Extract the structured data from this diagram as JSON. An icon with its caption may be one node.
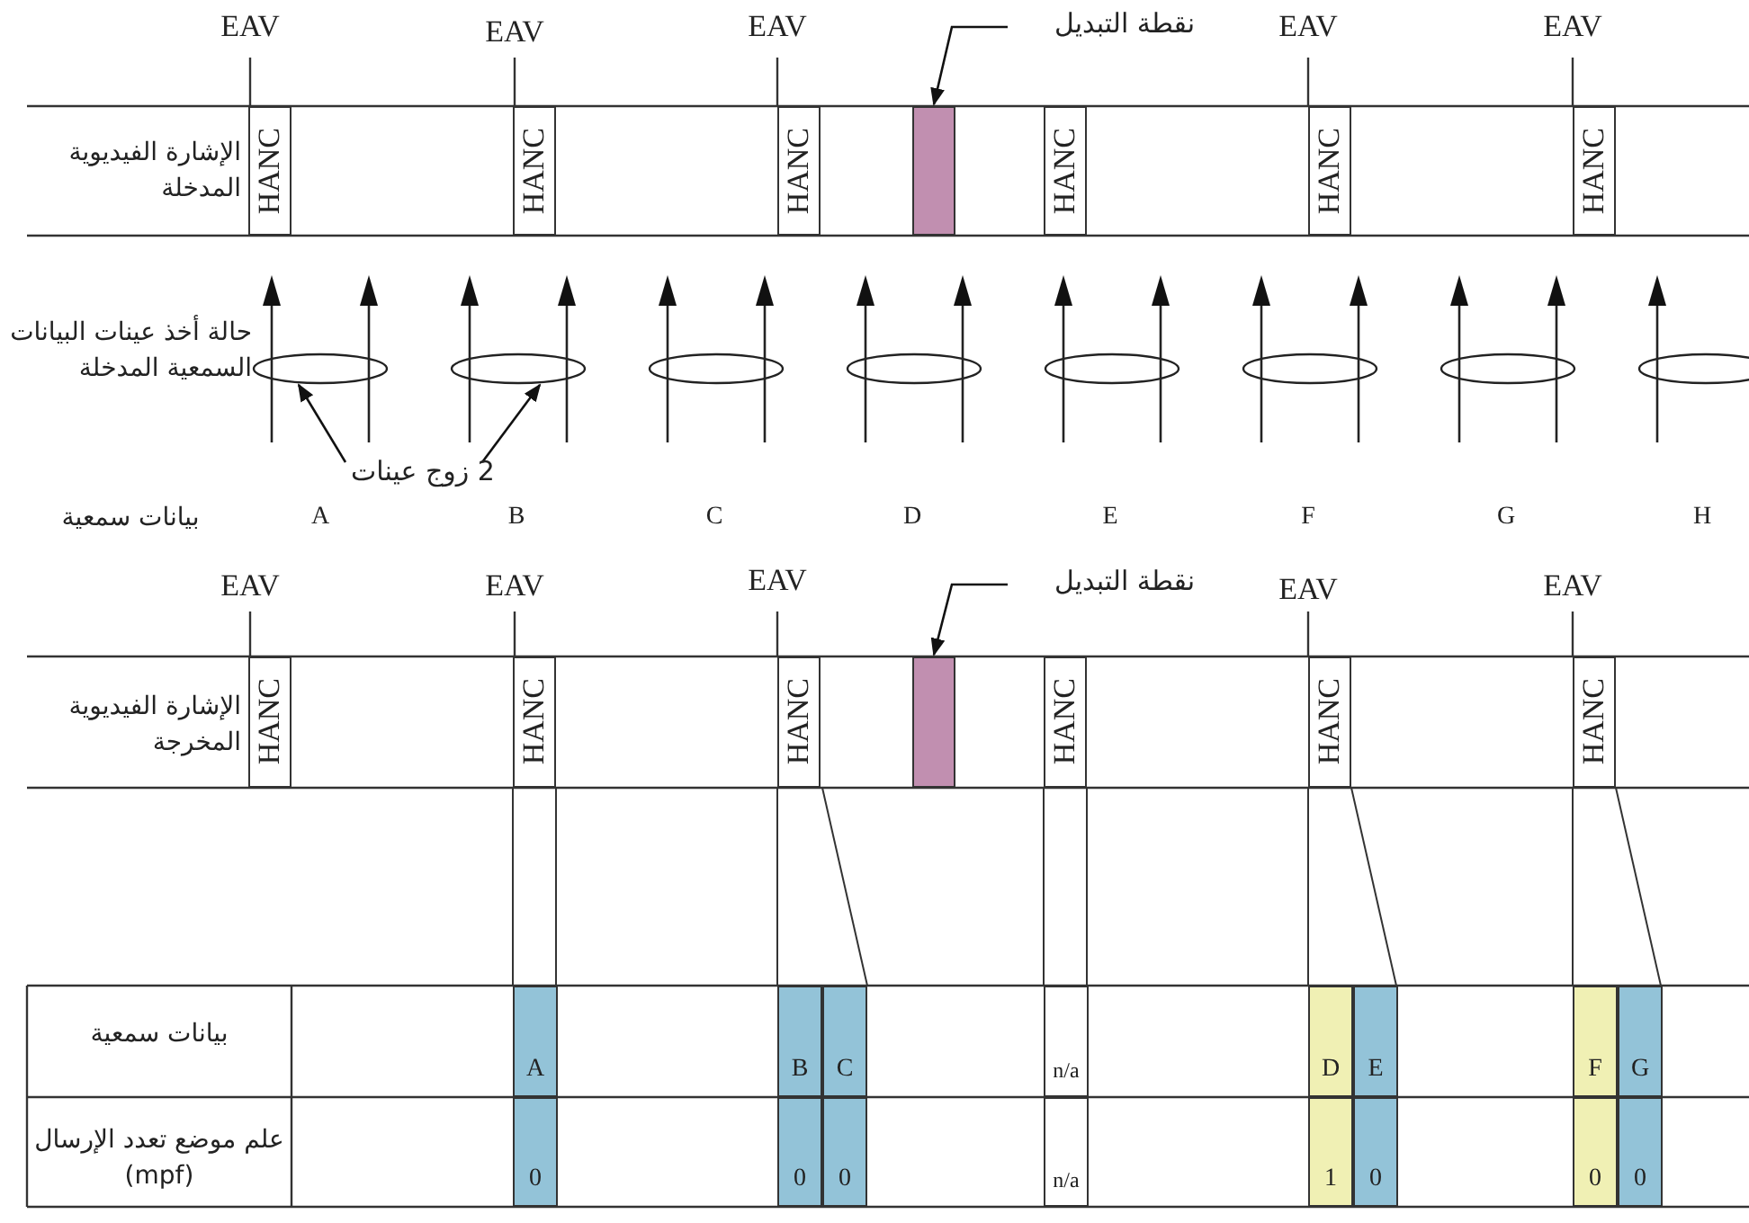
{
  "diagram": {
    "nodes": [
      {
        "text": [
          "نقطة التبديل"
        ]
      },
      {
        "text": [
          "HANC"
        ]
      },
      {
        "text": [
          "HANC"
        ]
      },
      {
        "text": [
          "HANC"
        ]
      },
      {
        "text": [],
        "shape": "box"
      },
      {
        "text": [
          "HANC"
        ]
      },
      {
        "text": [
          "HANC"
        ]
      },
      {
        "text": [
          "HANC"
        ]
      },
      {
        "text": [],
        "shape": "ellipse"
      },
      {
        "text": [],
        "shape": "ellipse"
      },
      {
        "text": [],
        "shape": "ellipse"
      },
      {
        "text": [],
        "shape": "ellipse"
      },
      {
        "text": [],
        "shape": "ellipse"
      },
      {
        "text": [],
        "shape": "ellipse"
      },
      {
        "text": [],
        "shape": "ellipse"
      },
      {
        "text": [],
        "shape": "ellipse"
      },
      {
        "text": [
          "2 زوج عينات"
        ]
      },
      {
        "text": [
          "نقطة التبديل"
        ]
      },
      {
        "text": [
          "HANC"
        ]
      },
      {
        "text": [
          "HANC"
        ]
      },
      {
        "text": [
          "HANC"
        ]
      },
      {
        "text": [],
        "shape": "box"
      },
      {
        "text": [
          "HANC"
        ]
      },
      {
        "text": [
          "HANC"
        ]
      },
      {
        "text": [
          "HANC"
        ]
      }
    ],
    "edges": [
      {
        "from": 0,
        "to": 4,
        "arrow": "to"
      },
      {
        "from": 16,
        "to": 8,
        "arrow": "to"
      },
      {
        "from": 16,
        "to": 9,
        "arrow": "to"
      },
      {
        "from": 17,
        "to": 21,
        "arrow": "to"
      }
    ],
    "labels": [
      "EAV",
      "EAV",
      "EAV",
      "EAV",
      "EAV",
      "الإشارة الفيديوية المدخلة",
      "حالة أخذ عينات البيانات السمعية المدخلة",
      "بيانات سمعية",
      "A",
      "B",
      "C",
      "D",
      "E",
      "F",
      "G",
      "H",
      "EAV",
      "EAV",
      "EAV",
      "EAV",
      "EAV",
      "الإشارة الفيديوية المخرجة",
      "بيانات سمعية",
      "A",
      "B",
      "C",
      "n/a",
      "D",
      "E",
      "F",
      "G",
      "علم موضع تعدد الإرسال (mpf)",
      "0",
      "0",
      "0",
      "n/a",
      "1",
      "0",
      "0",
      "0"
    ]
  }
}
